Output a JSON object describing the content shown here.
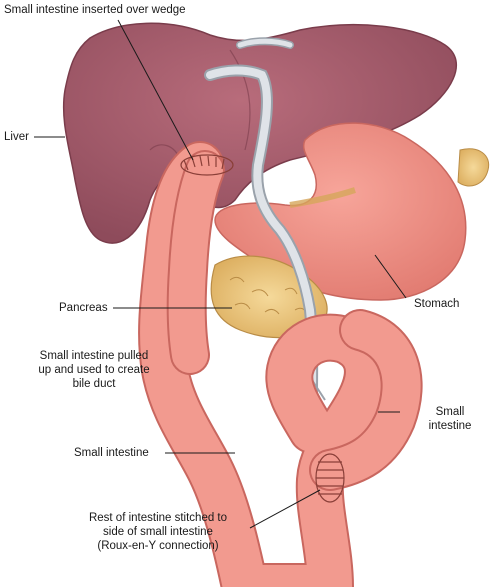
{
  "labels": {
    "small_intestine_inserted": "Small intestine inserted over wedge",
    "liver": "Liver",
    "pancreas": "Pancreas",
    "stomach": "Stomach",
    "pulled_up": [
      "Small intestine pulled",
      "up and used to create",
      "bile duct"
    ],
    "small_intestine_right": [
      "Small",
      "intestine"
    ],
    "small_intestine_left": "Small intestine",
    "roux": [
      "Rest of intestine stitched to",
      "side of small intestine",
      "(Roux-en-Y connection)"
    ]
  },
  "colors": {
    "liver": "#a85a6a",
    "liver_dark": "#8a4455",
    "intestine": "#ee8f85",
    "intestine_dark": "#c9675f",
    "stomach": "#f0938a",
    "pancreas": "#efcc86",
    "pancreas_dark": "#c9a055",
    "bile_duct": "#d9dde2",
    "bile_duct_dark": "#9aa2ab"
  }
}
